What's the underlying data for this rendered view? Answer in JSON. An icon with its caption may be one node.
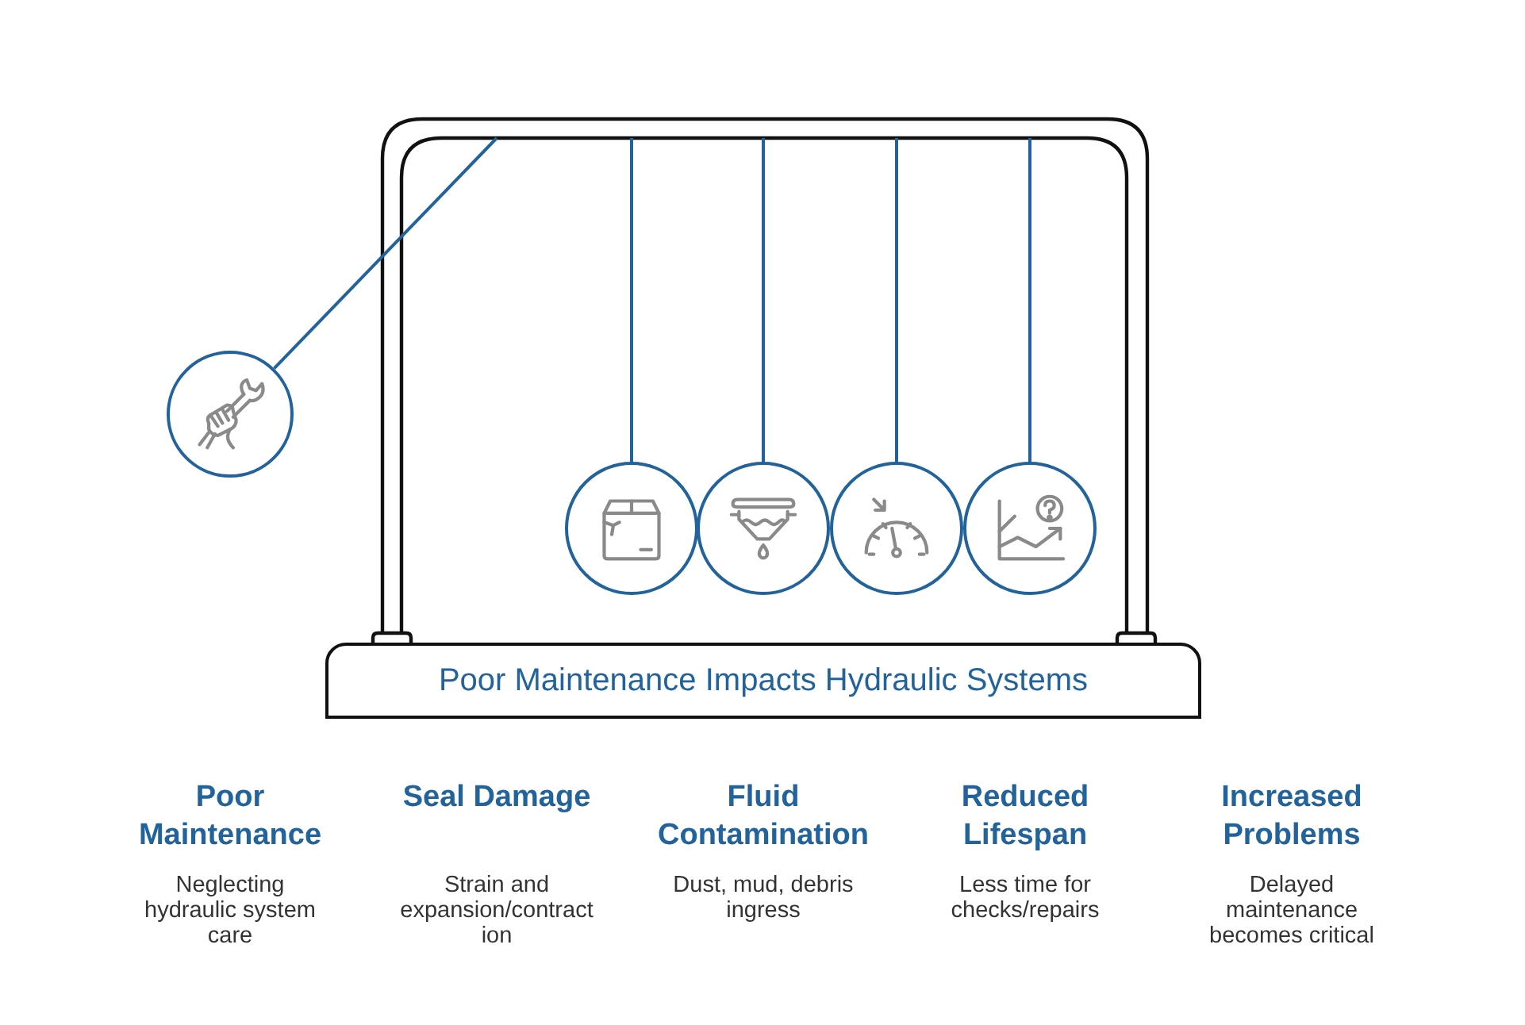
{
  "diagram": {
    "nodes": [
      {
        "text": [
          "Poor Maintenance Impacts Hydraulic Systems"
        ]
      },
      {
        "text": [],
        "shape": "circle"
      },
      {
        "text": [],
        "shape": "circle"
      },
      {
        "text": [],
        "shape": "circle"
      },
      {
        "text": [],
        "shape": "circle"
      },
      {
        "text": [],
        "shape": "circle"
      }
    ],
    "edges": [
      {
        "from": null,
        "to": 1,
        "arrow": "none"
      },
      {
        "from": null,
        "to": 2,
        "arrow": "none"
      },
      {
        "from": null,
        "to": 3,
        "arrow": "none"
      },
      {
        "from": null,
        "to": 4,
        "arrow": "none"
      },
      {
        "from": null,
        "to": 5,
        "arrow": "none"
      }
    ],
    "labels": [
      "Poor Maintenance",
      "Neglecting hydraulic system care",
      "Seal Damage",
      "Strain and expansion/contraction",
      "Fluid Contamination",
      "Dust, mud, debris ingress",
      "Reduced Lifespan",
      "Less time for checks/repairs",
      "Increased Problems",
      "Delayed maintenance becomes critical"
    ]
  }
}
